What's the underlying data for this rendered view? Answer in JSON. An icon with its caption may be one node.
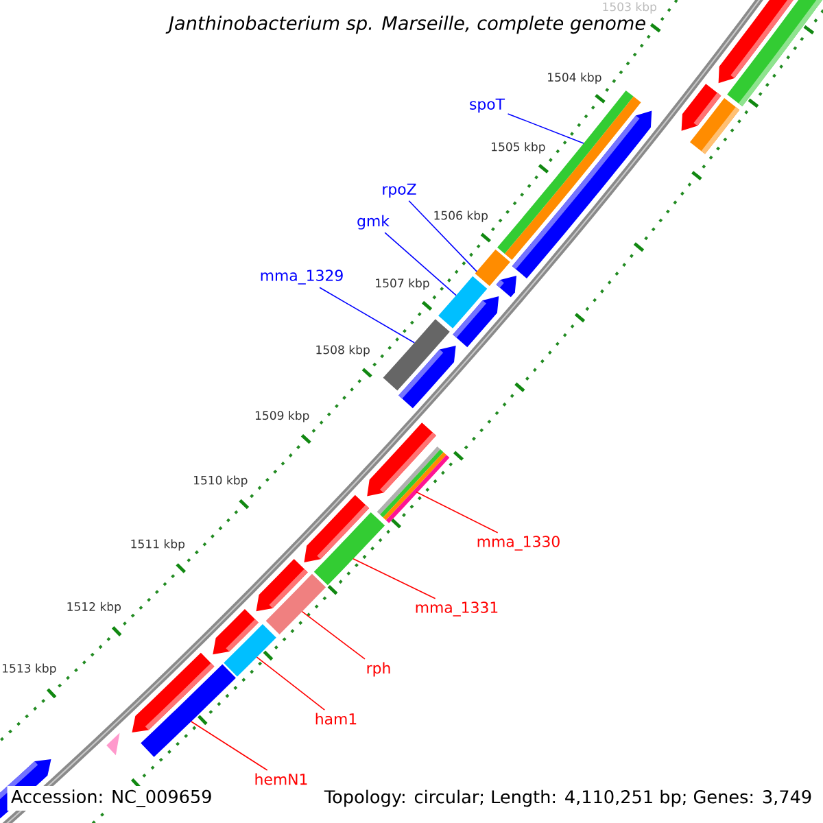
{
  "diagram": {
    "title": "Janthinobacterium sp. Marseille, complete genome",
    "nodes": [
      {
        "text": [
          "spoT"
        ]
      },
      {
        "text": [
          "rpoZ"
        ]
      },
      {
        "text": [
          "gmk"
        ]
      },
      {
        "text": [
          "mma_1329"
        ]
      },
      {
        "text": [
          "mma_1330"
        ]
      },
      {
        "text": [
          "mma_1331"
        ]
      },
      {
        "text": [
          "rph"
        ]
      },
      {
        "text": [
          "ham1"
        ]
      },
      {
        "text": [
          "hemN1"
        ]
      },
      {
        "text": [],
        "shape": "bar"
      },
      {
        "text": [],
        "shape": "bar"
      },
      {
        "text": [],
        "shape": "bar"
      },
      {
        "text": [],
        "shape": "bar"
      },
      {
        "text": [],
        "shape": "bar"
      },
      {
        "text": [],
        "shape": "bar"
      },
      {
        "text": [],
        "shape": "bar"
      },
      {
        "text": [],
        "shape": "bar"
      },
      {
        "text": [],
        "shape": "bar"
      }
    ],
    "edges": [
      {
        "from": 0,
        "to": 9,
        "arrow": "none",
        "color": "#0000ff"
      },
      {
        "from": 1,
        "to": 10,
        "arrow": "none",
        "color": "#0000ff"
      },
      {
        "from": 2,
        "to": 11,
        "arrow": "none",
        "color": "#0000ff"
      },
      {
        "from": 3,
        "to": 12,
        "arrow": "none",
        "color": "#0000ff"
      },
      {
        "from": 4,
        "to": 13,
        "arrow": "none"
      },
      {
        "from": 5,
        "to": 14,
        "arrow": "none"
      },
      {
        "from": 6,
        "to": 15,
        "arrow": "none"
      },
      {
        "from": 7,
        "to": 16,
        "arrow": "none"
      },
      {
        "from": 8,
        "to": 17,
        "arrow": "none"
      }
    ],
    "labels": [
      "1503 kbp",
      "1504 kbp",
      "1505 kbp",
      "1506 kbp",
      "1507 kbp",
      "1508 kbp",
      "1509 kbp",
      "1510 kbp",
      "1511 kbp",
      "1512 kbp",
      "1513 kbp",
      "Accession: NC_009659",
      "Topology: circular; Length: 4,110,251 bp; Genes: 3,749"
    ]
  }
}
